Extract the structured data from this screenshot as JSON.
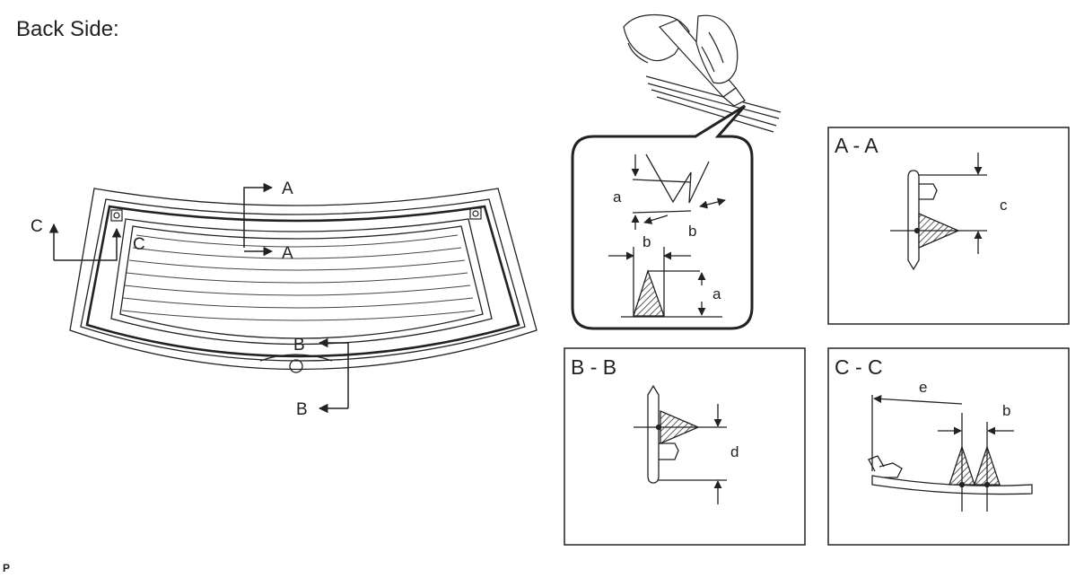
{
  "title": "Back Side:",
  "section_labels": {
    "a": "A",
    "b": "B",
    "c": "C"
  },
  "sections": {
    "aa": "A - A",
    "bb": "B - B",
    "cc": "C - C"
  },
  "dimensions": {
    "a": "a",
    "b": "b",
    "c": "c",
    "d": "d",
    "e": "e"
  },
  "footer_mark": "P",
  "colors": {
    "line": "#222222",
    "hatch": "#555555"
  }
}
